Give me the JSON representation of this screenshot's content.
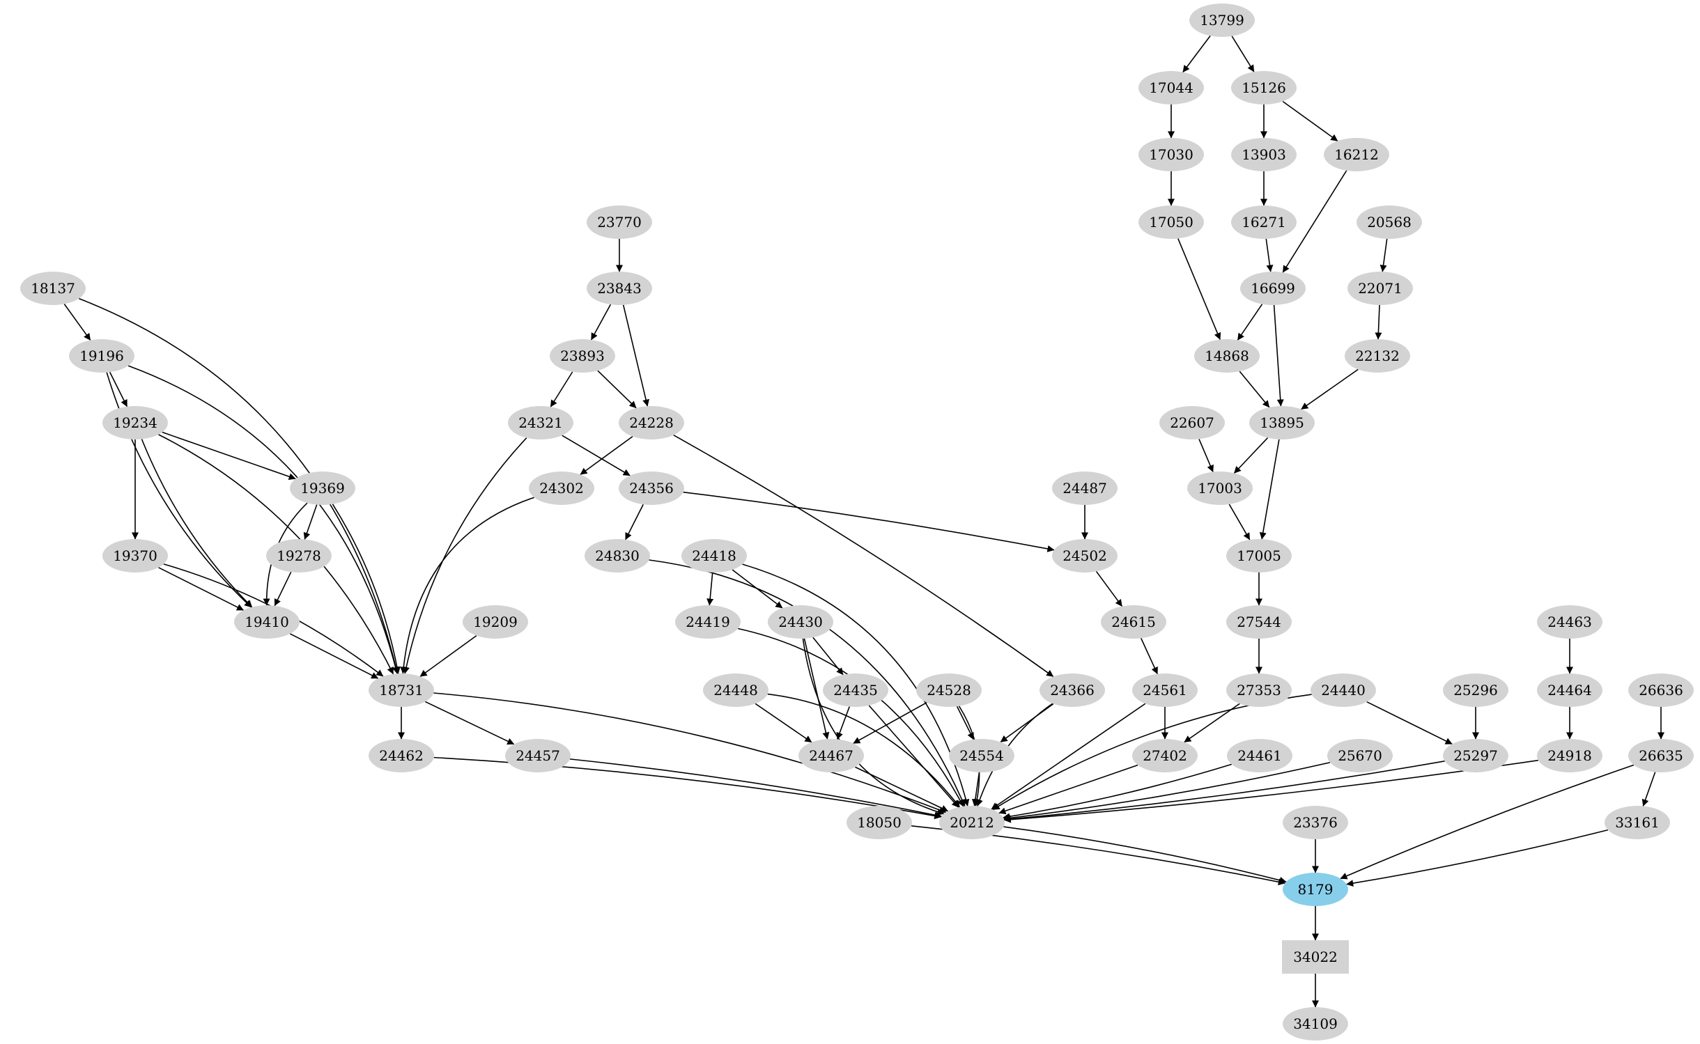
{
  "colors": {
    "node_fill": "#d3d3d3",
    "highlight_fill": "#87ceeb",
    "edge": "#000000"
  },
  "nodes": [
    {
      "id": "13799",
      "label": "13799"
    },
    {
      "id": "17044",
      "label": "17044"
    },
    {
      "id": "15126",
      "label": "15126"
    },
    {
      "id": "17030",
      "label": "17030"
    },
    {
      "id": "13903",
      "label": "13903"
    },
    {
      "id": "16212",
      "label": "16212"
    },
    {
      "id": "23770",
      "label": "23770"
    },
    {
      "id": "17050",
      "label": "17050"
    },
    {
      "id": "16271",
      "label": "16271"
    },
    {
      "id": "20568",
      "label": "20568"
    },
    {
      "id": "18137",
      "label": "18137"
    },
    {
      "id": "23843",
      "label": "23843"
    },
    {
      "id": "16699",
      "label": "16699"
    },
    {
      "id": "22071",
      "label": "22071"
    },
    {
      "id": "19196",
      "label": "19196"
    },
    {
      "id": "23893",
      "label": "23893"
    },
    {
      "id": "14868",
      "label": "14868"
    },
    {
      "id": "22132",
      "label": "22132"
    },
    {
      "id": "19234",
      "label": "19234"
    },
    {
      "id": "24321",
      "label": "24321"
    },
    {
      "id": "24228",
      "label": "24228"
    },
    {
      "id": "22607",
      "label": "22607"
    },
    {
      "id": "13895",
      "label": "13895"
    },
    {
      "id": "19369",
      "label": "19369"
    },
    {
      "id": "24302",
      "label": "24302"
    },
    {
      "id": "24356",
      "label": "24356"
    },
    {
      "id": "24487",
      "label": "24487"
    },
    {
      "id": "17003",
      "label": "17003"
    },
    {
      "id": "19370",
      "label": "19370"
    },
    {
      "id": "19278",
      "label": "19278"
    },
    {
      "id": "24830",
      "label": "24830"
    },
    {
      "id": "24418",
      "label": "24418"
    },
    {
      "id": "24502",
      "label": "24502"
    },
    {
      "id": "17005",
      "label": "17005"
    },
    {
      "id": "19410",
      "label": "19410"
    },
    {
      "id": "19209",
      "label": "19209"
    },
    {
      "id": "24419",
      "label": "24419"
    },
    {
      "id": "24430",
      "label": "24430"
    },
    {
      "id": "24615",
      "label": "24615"
    },
    {
      "id": "27544",
      "label": "27544"
    },
    {
      "id": "24463",
      "label": "24463"
    },
    {
      "id": "18731",
      "label": "18731"
    },
    {
      "id": "24448",
      "label": "24448"
    },
    {
      "id": "24435",
      "label": "24435"
    },
    {
      "id": "24528",
      "label": "24528"
    },
    {
      "id": "24366",
      "label": "24366"
    },
    {
      "id": "24561",
      "label": "24561"
    },
    {
      "id": "27353",
      "label": "27353"
    },
    {
      "id": "24440",
      "label": "24440"
    },
    {
      "id": "25296",
      "label": "25296"
    },
    {
      "id": "24464",
      "label": "24464"
    },
    {
      "id": "26636",
      "label": "26636"
    },
    {
      "id": "24462",
      "label": "24462"
    },
    {
      "id": "24457",
      "label": "24457"
    },
    {
      "id": "24467",
      "label": "24467"
    },
    {
      "id": "24554",
      "label": "24554"
    },
    {
      "id": "27402",
      "label": "27402"
    },
    {
      "id": "24461",
      "label": "24461"
    },
    {
      "id": "25670",
      "label": "25670"
    },
    {
      "id": "25297",
      "label": "25297"
    },
    {
      "id": "24918",
      "label": "24918"
    },
    {
      "id": "26635",
      "label": "26635"
    },
    {
      "id": "18050",
      "label": "18050"
    },
    {
      "id": "20212",
      "label": "20212"
    },
    {
      "id": "23376",
      "label": "23376"
    },
    {
      "id": "33161",
      "label": "33161"
    },
    {
      "id": "8179",
      "label": "8179",
      "highlight": true
    },
    {
      "id": "34022",
      "label": "34022",
      "shape": "box"
    },
    {
      "id": "34109",
      "label": "34109"
    }
  ],
  "edges": [
    [
      "13799",
      "17044"
    ],
    [
      "13799",
      "15126"
    ],
    [
      "17044",
      "17030"
    ],
    [
      "15126",
      "13903"
    ],
    [
      "15126",
      "16212"
    ],
    [
      "17030",
      "17050"
    ],
    [
      "13903",
      "16271"
    ],
    [
      "16212",
      "16699"
    ],
    [
      "16271",
      "16699"
    ],
    [
      "17050",
      "14868"
    ],
    [
      "16699",
      "14868"
    ],
    [
      "16699",
      "13895"
    ],
    [
      "20568",
      "22071"
    ],
    [
      "22071",
      "22132"
    ],
    [
      "22132",
      "13895"
    ],
    [
      "14868",
      "13895"
    ],
    [
      "13895",
      "17003"
    ],
    [
      "13895",
      "17005"
    ],
    [
      "22607",
      "17003"
    ],
    [
      "17003",
      "17005"
    ],
    [
      "17005",
      "27544"
    ],
    [
      "27544",
      "27353"
    ],
    [
      "27353",
      "27402"
    ],
    [
      "23770",
      "23843"
    ],
    [
      "23843",
      "23893"
    ],
    [
      "23843",
      "24228"
    ],
    [
      "23893",
      "24321"
    ],
    [
      "23893",
      "24228"
    ],
    [
      "24228",
      "24302"
    ],
    [
      "24228",
      "24366"
    ],
    [
      "24321",
      "24356"
    ],
    [
      "24321",
      "18731"
    ],
    [
      "24302",
      "18731"
    ],
    [
      "24356",
      "24830"
    ],
    [
      "24356",
      "24502"
    ],
    [
      "24487",
      "24502"
    ],
    [
      "24502",
      "24615"
    ],
    [
      "24615",
      "24561"
    ],
    [
      "18137",
      "19196"
    ],
    [
      "18137",
      "18731"
    ],
    [
      "19196",
      "19234"
    ],
    [
      "19196",
      "19410"
    ],
    [
      "19196",
      "18731"
    ],
    [
      "19234",
      "19369"
    ],
    [
      "19234",
      "19370"
    ],
    [
      "19234",
      "19410"
    ],
    [
      "19234",
      "18731"
    ],
    [
      "19369",
      "19278"
    ],
    [
      "19369",
      "19410"
    ],
    [
      "19369",
      "18731"
    ],
    [
      "19278",
      "19410"
    ],
    [
      "19370",
      "19410"
    ],
    [
      "19370",
      "18731"
    ],
    [
      "19410",
      "18731"
    ],
    [
      "19209",
      "18731"
    ],
    [
      "18731",
      "24462"
    ],
    [
      "18731",
      "24457"
    ],
    [
      "18731",
      "20212"
    ],
    [
      "24462",
      "20212"
    ],
    [
      "24457",
      "20212"
    ],
    [
      "24830",
      "20212"
    ],
    [
      "24418",
      "24419"
    ],
    [
      "24418",
      "24430"
    ],
    [
      "24418",
      "20212"
    ],
    [
      "24419",
      "20212"
    ],
    [
      "24430",
      "24435"
    ],
    [
      "24430",
      "24467"
    ],
    [
      "24430",
      "20212"
    ],
    [
      "24448",
      "24467"
    ],
    [
      "24448",
      "20212"
    ],
    [
      "24435",
      "24467"
    ],
    [
      "24435",
      "20212"
    ],
    [
      "24528",
      "24467"
    ],
    [
      "24528",
      "24554"
    ],
    [
      "24528",
      "20212"
    ],
    [
      "24467",
      "20212"
    ],
    [
      "24366",
      "24554"
    ],
    [
      "24366",
      "20212"
    ],
    [
      "24554",
      "20212"
    ],
    [
      "24561",
      "27402"
    ],
    [
      "24561",
      "20212"
    ],
    [
      "27402",
      "20212"
    ],
    [
      "24461",
      "20212"
    ],
    [
      "25670",
      "20212"
    ],
    [
      "24440",
      "25297"
    ],
    [
      "24440",
      "20212"
    ],
    [
      "25296",
      "25297"
    ],
    [
      "25297",
      "20212"
    ],
    [
      "24463",
      "24464"
    ],
    [
      "24464",
      "24918"
    ],
    [
      "24918",
      "20212"
    ],
    [
      "26636",
      "26635"
    ],
    [
      "26635",
      "33161"
    ],
    [
      "26635",
      "8179"
    ],
    [
      "33161",
      "8179"
    ],
    [
      "20212",
      "8179"
    ],
    [
      "18050",
      "8179"
    ],
    [
      "23376",
      "8179"
    ],
    [
      "8179",
      "34022"
    ],
    [
      "34022",
      "34109"
    ]
  ]
}
